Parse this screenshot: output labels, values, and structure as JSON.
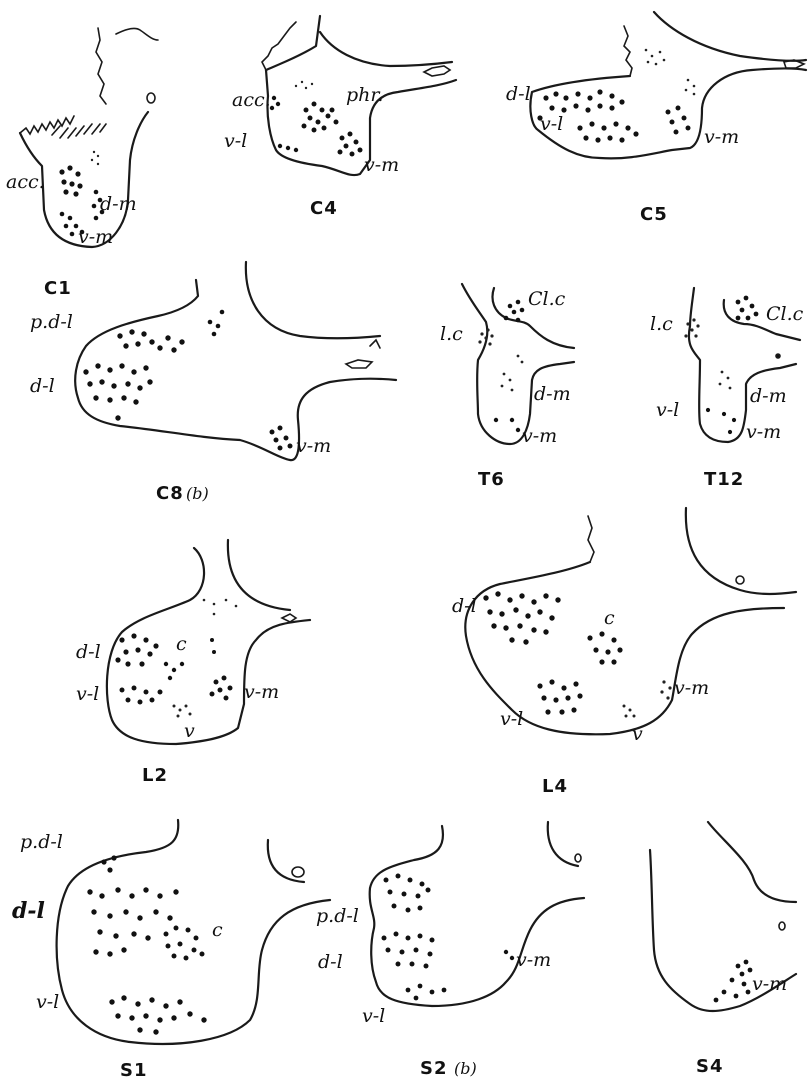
{
  "sections": [
    {
      "caption": "C1",
      "labels": [
        "acc.",
        "d-m",
        "v-m"
      ]
    },
    {
      "caption": "C4",
      "labels": [
        "acc.",
        "phr.",
        "v-l",
        "v-m"
      ]
    },
    {
      "caption": "C5",
      "labels": [
        "d-l",
        "v-l",
        "v-m"
      ]
    },
    {
      "caption": "C8",
      "caption_note": "(b)",
      "labels": [
        "p.d-l",
        "d-l",
        "v-m"
      ]
    },
    {
      "caption": "T6",
      "labels": [
        "Cl.c",
        "l.c",
        "d-m",
        "v-m"
      ]
    },
    {
      "caption": "T12",
      "labels": [
        "Cl.c",
        "l.c",
        "d-m",
        "v-l",
        "v-m"
      ]
    },
    {
      "caption": "L2",
      "labels": [
        "d-l",
        "c",
        "v-l",
        "v-m",
        "v"
      ]
    },
    {
      "caption": "L4",
      "labels": [
        "d-l",
        "c",
        "v-l",
        "v-m",
        "v"
      ]
    },
    {
      "caption": "S1",
      "labels": [
        "p.d-l",
        "d-l",
        "c",
        "v-l"
      ]
    },
    {
      "caption": "S2",
      "caption_note": "(b)",
      "labels": [
        "p.d-l",
        "d-l",
        "v-l",
        "v-m"
      ]
    },
    {
      "caption": "S4",
      "labels": [
        "v-m"
      ]
    }
  ]
}
